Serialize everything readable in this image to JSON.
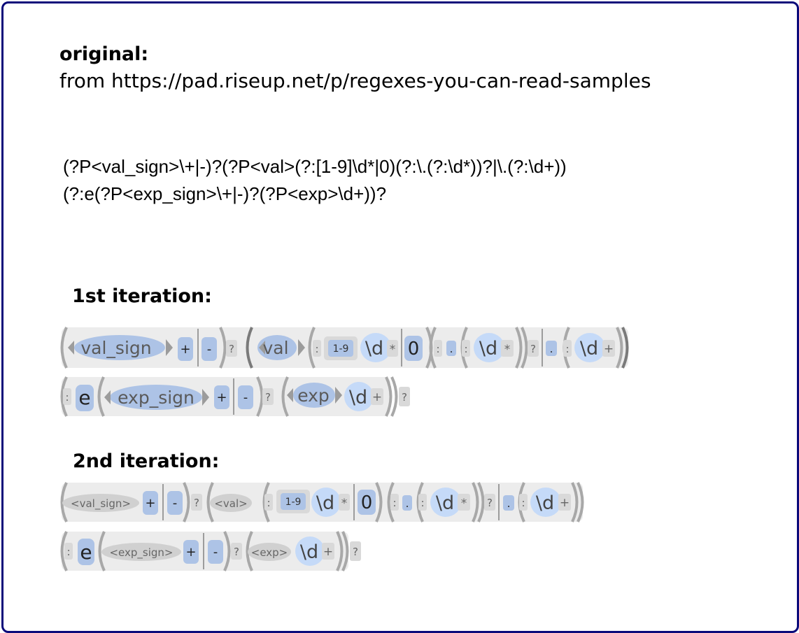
{
  "header": {
    "original_label": "original:",
    "source_text": "from https://pad.riseup.net/p/regexes-you-can-read-samples"
  },
  "regex": {
    "line1": "(?P<val_sign>\\+|-)?(?P<val>(?:[1-9]\\d*|0)(?:\\.(?:\\d*))?|\\.(?:\\d+))",
    "line2": "(?:e(?P<exp_sign>\\+|-)?(?P<exp>\\d+))?"
  },
  "iterations": {
    "first": {
      "title": "1st iteration:",
      "group_val_sign": "val_sign",
      "group_val": "val",
      "group_exp_sign": "exp_sign",
      "group_exp": "exp"
    },
    "second": {
      "title": "2nd iteration:",
      "group_val_sign": "<val_sign>",
      "group_val": "<val>",
      "group_exp_sign": "<exp_sign>",
      "group_exp": "<exp>"
    }
  },
  "tokens": {
    "plus": "+",
    "minus": "-",
    "optional": "?",
    "noncapture": ":",
    "range": "1-9",
    "digit": "\\d",
    "star": "*",
    "zero": "0",
    "dot": ".",
    "e": "e",
    "one_or_more": "+"
  },
  "colors": {
    "frame": "#0b0a7a",
    "group_blue": "#adc3e6",
    "literal_blue": "#bcd0ee",
    "digit_blue": "#c5daf8",
    "token_gray": "#d9d9d9",
    "row_bg": "#ececec",
    "paren_gray": "#a8a8a8"
  }
}
